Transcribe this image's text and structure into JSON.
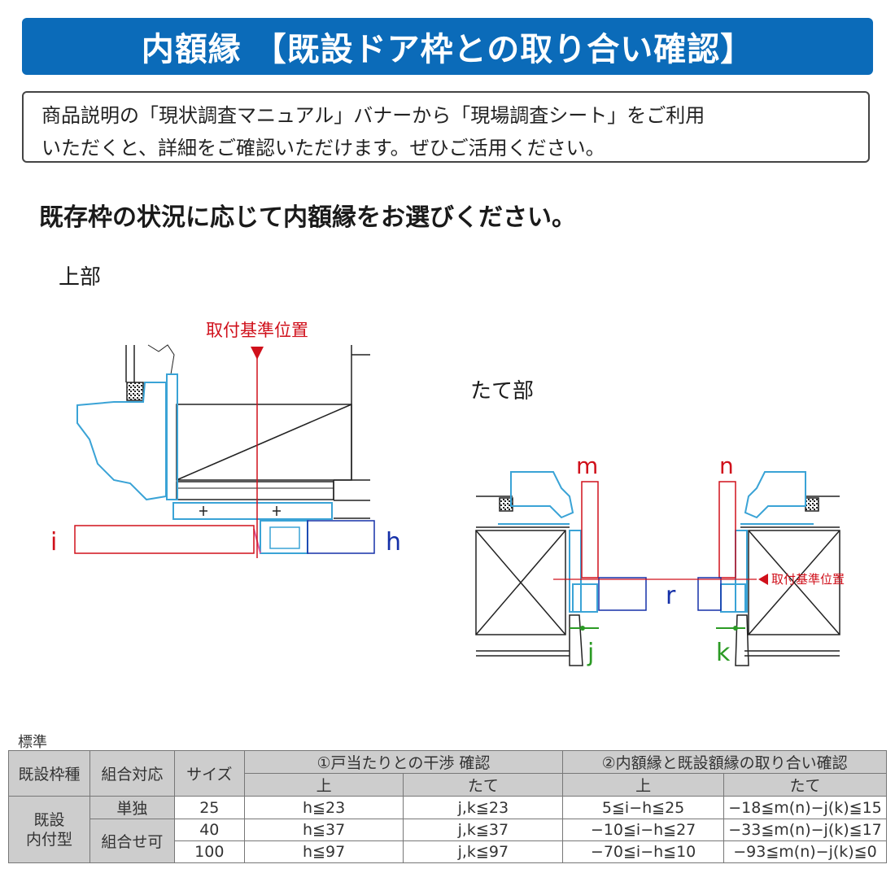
{
  "title": "内額縁 【既設ドア枠との取り合い確認】",
  "notice": {
    "line1": "商品説明の「現状調査マニュアル」バナーから「現場調査シート」をご利用",
    "line2": "いただくと、詳細をご確認いただけます。ぜひご活用ください。"
  },
  "instruction": "既存枠の状況に応じて内額縁をお選びください。",
  "top_section": {
    "label": "上部",
    "ref_position": "取付基準位置",
    "label_i": "i",
    "label_h": "h"
  },
  "side_section": {
    "label": "たて部",
    "ref_position": "取付基準位置",
    "label_m": "m",
    "label_n": "n",
    "label_r": "r",
    "label_j": "j",
    "label_k": "k"
  },
  "colors": {
    "banner": "#0b6bb9",
    "red": "#d0101b",
    "blue": "#1530a8",
    "green": "#2b9a24",
    "frame": "#3aa3d6"
  },
  "table": {
    "caption": "標準",
    "headers": {
      "frame_type": "既設枠種",
      "combo": "組合対応",
      "size": "サイズ",
      "group1": "①戸当たりとの干渉 確認",
      "group2": "②内額縁と既設額縁の取り合い確認",
      "top": "上",
      "side": "たて"
    },
    "frame_type_value": "既設\n内付型",
    "rows": [
      {
        "combo": "単独",
        "size": "25",
        "c1": "h≦23",
        "c2": "j,k≦23",
        "c3": "5≦i−h≦25",
        "c4": "−18≦m(n)−j(k)≦15"
      },
      {
        "combo": "組合せ可",
        "size": "40",
        "c1": "h≦37",
        "c2": "j,k≦37",
        "c3": "−10≦i−h≦27",
        "c4": "−33≦m(n)−j(k)≦17"
      },
      {
        "combo": "",
        "size": "100",
        "c1": "h≦97",
        "c2": "j,k≦97",
        "c3": "−70≦i−h≦10",
        "c4": "−93≦m(n)−j(k)≦0"
      }
    ]
  }
}
